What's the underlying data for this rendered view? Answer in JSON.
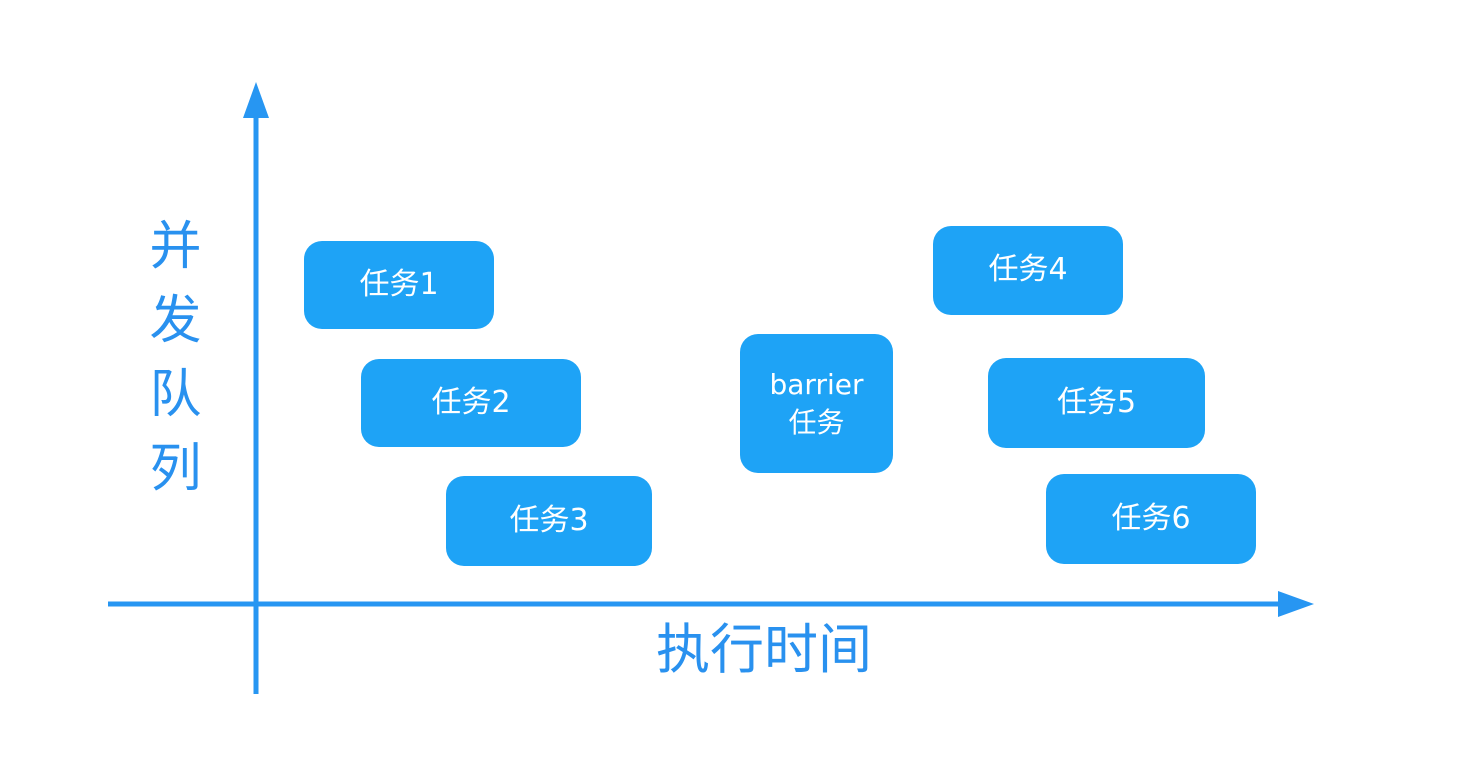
{
  "diagram": {
    "y_axis_label": "并发队列",
    "x_axis_label": "执行时间",
    "colors": {
      "task_box": "#1EA3F6",
      "axis": "#2796F2",
      "axis_label_text": "#2991EF",
      "task_text": "#FFFFFF",
      "background": "#FFFFFF"
    },
    "tasks": [
      {
        "label": "任务1"
      },
      {
        "label": "任务2"
      },
      {
        "label": "任务3"
      },
      {
        "label": "barrier\n任务"
      },
      {
        "label": "任务4"
      },
      {
        "label": "任务5"
      },
      {
        "label": "任务6"
      }
    ]
  }
}
